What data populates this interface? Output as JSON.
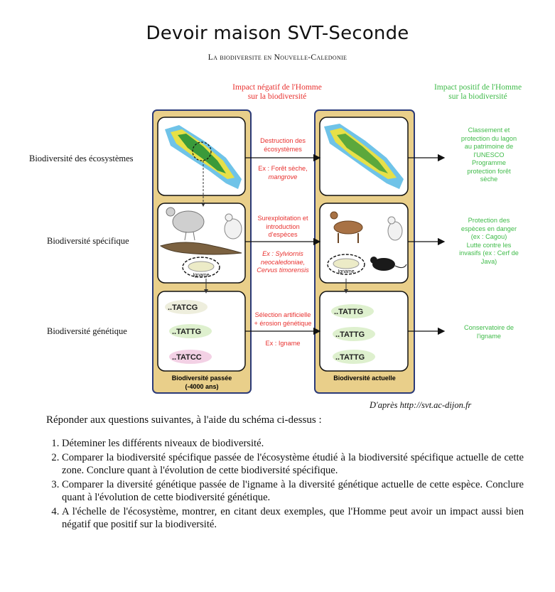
{
  "header": {
    "title": "Devoir maison SVT-Seconde",
    "subtitle": "La biodiversite en Nouvelle-Caledonie"
  },
  "figure": {
    "negative_header": [
      "Impact négatif de l'Homme",
      "sur la biodiversité"
    ],
    "positive_header": [
      "Impact positif de l'Homme",
      "sur la biodiversité"
    ],
    "row_labels": [
      "Biodiversité des écosystèmes",
      "Biodiversité spécifique",
      "Biodiversité génétique"
    ],
    "negative": {
      "ecosystem": [
        "Destruction des",
        "écosystèmes"
      ],
      "ecosystem_ex": [
        "Ex : Forêt sèche,",
        "mangrove"
      ],
      "species": [
        "Surexploitation et",
        "introduction",
        "d'espèces"
      ],
      "species_ex": [
        "Ex : Sylviornis",
        "neocaledoniae,",
        "Cervus timorensis"
      ],
      "genetic": [
        "Sélection artificielle",
        "+ érosion génétique"
      ],
      "genetic_ex": "Ex : Igname"
    },
    "positive": {
      "ecosystem": [
        "Classement et",
        "protection du lagon",
        "au patrimoine de",
        "l'UNESCO",
        "Programme",
        "protection forêt",
        "sèche"
      ],
      "species": [
        "Protection des",
        "espèces en danger",
        "(ex : Cagou)",
        "Lutte contre les",
        "invasifs (ex : Cerf de",
        "Java)"
      ],
      "genetic": [
        "Conservatoire de",
        "l'igname"
      ]
    },
    "igname_label": "Igname",
    "past_sequences": [
      "..TATCG",
      "..TATTG",
      "..TATCC"
    ],
    "current_sequences": [
      "..TATTG",
      "..TATTG",
      "..TATTG"
    ],
    "past_caption": [
      "Biodiversité passée",
      "(-4000 ans)"
    ],
    "current_caption": "Biodiversité actuelle",
    "colors": {
      "negative": "#e8312f",
      "positive": "#3fbb49",
      "column": "#e9cf8a",
      "column_border": "#2b3a78"
    }
  },
  "credit": "D'après http://svt.ac-dijon.fr",
  "intro": "Réponder aux questions suivantes, à l'aide du schéma ci-dessus :",
  "questions": [
    "Déteminer les différents niveaux de biodiversité.",
    "Comparer la biodiversité spécifique passée de l'écosystème étudié à la biodiversité spécifique actuelle de cette zone. Conclure quant à l'évolution de cette biodiversité spécifique.",
    "Comparer la diversité génétique passée de l'igname à la diversité génétique actuelle de cette espèce. Conclure quant à l'évolution de cette biodiversité génétique.",
    "A l'échelle de l'écosystème, montrer, en citant deux exemples, que l'Homme peut avoir un impact aussi bien négatif que positif sur la biodiversité."
  ]
}
